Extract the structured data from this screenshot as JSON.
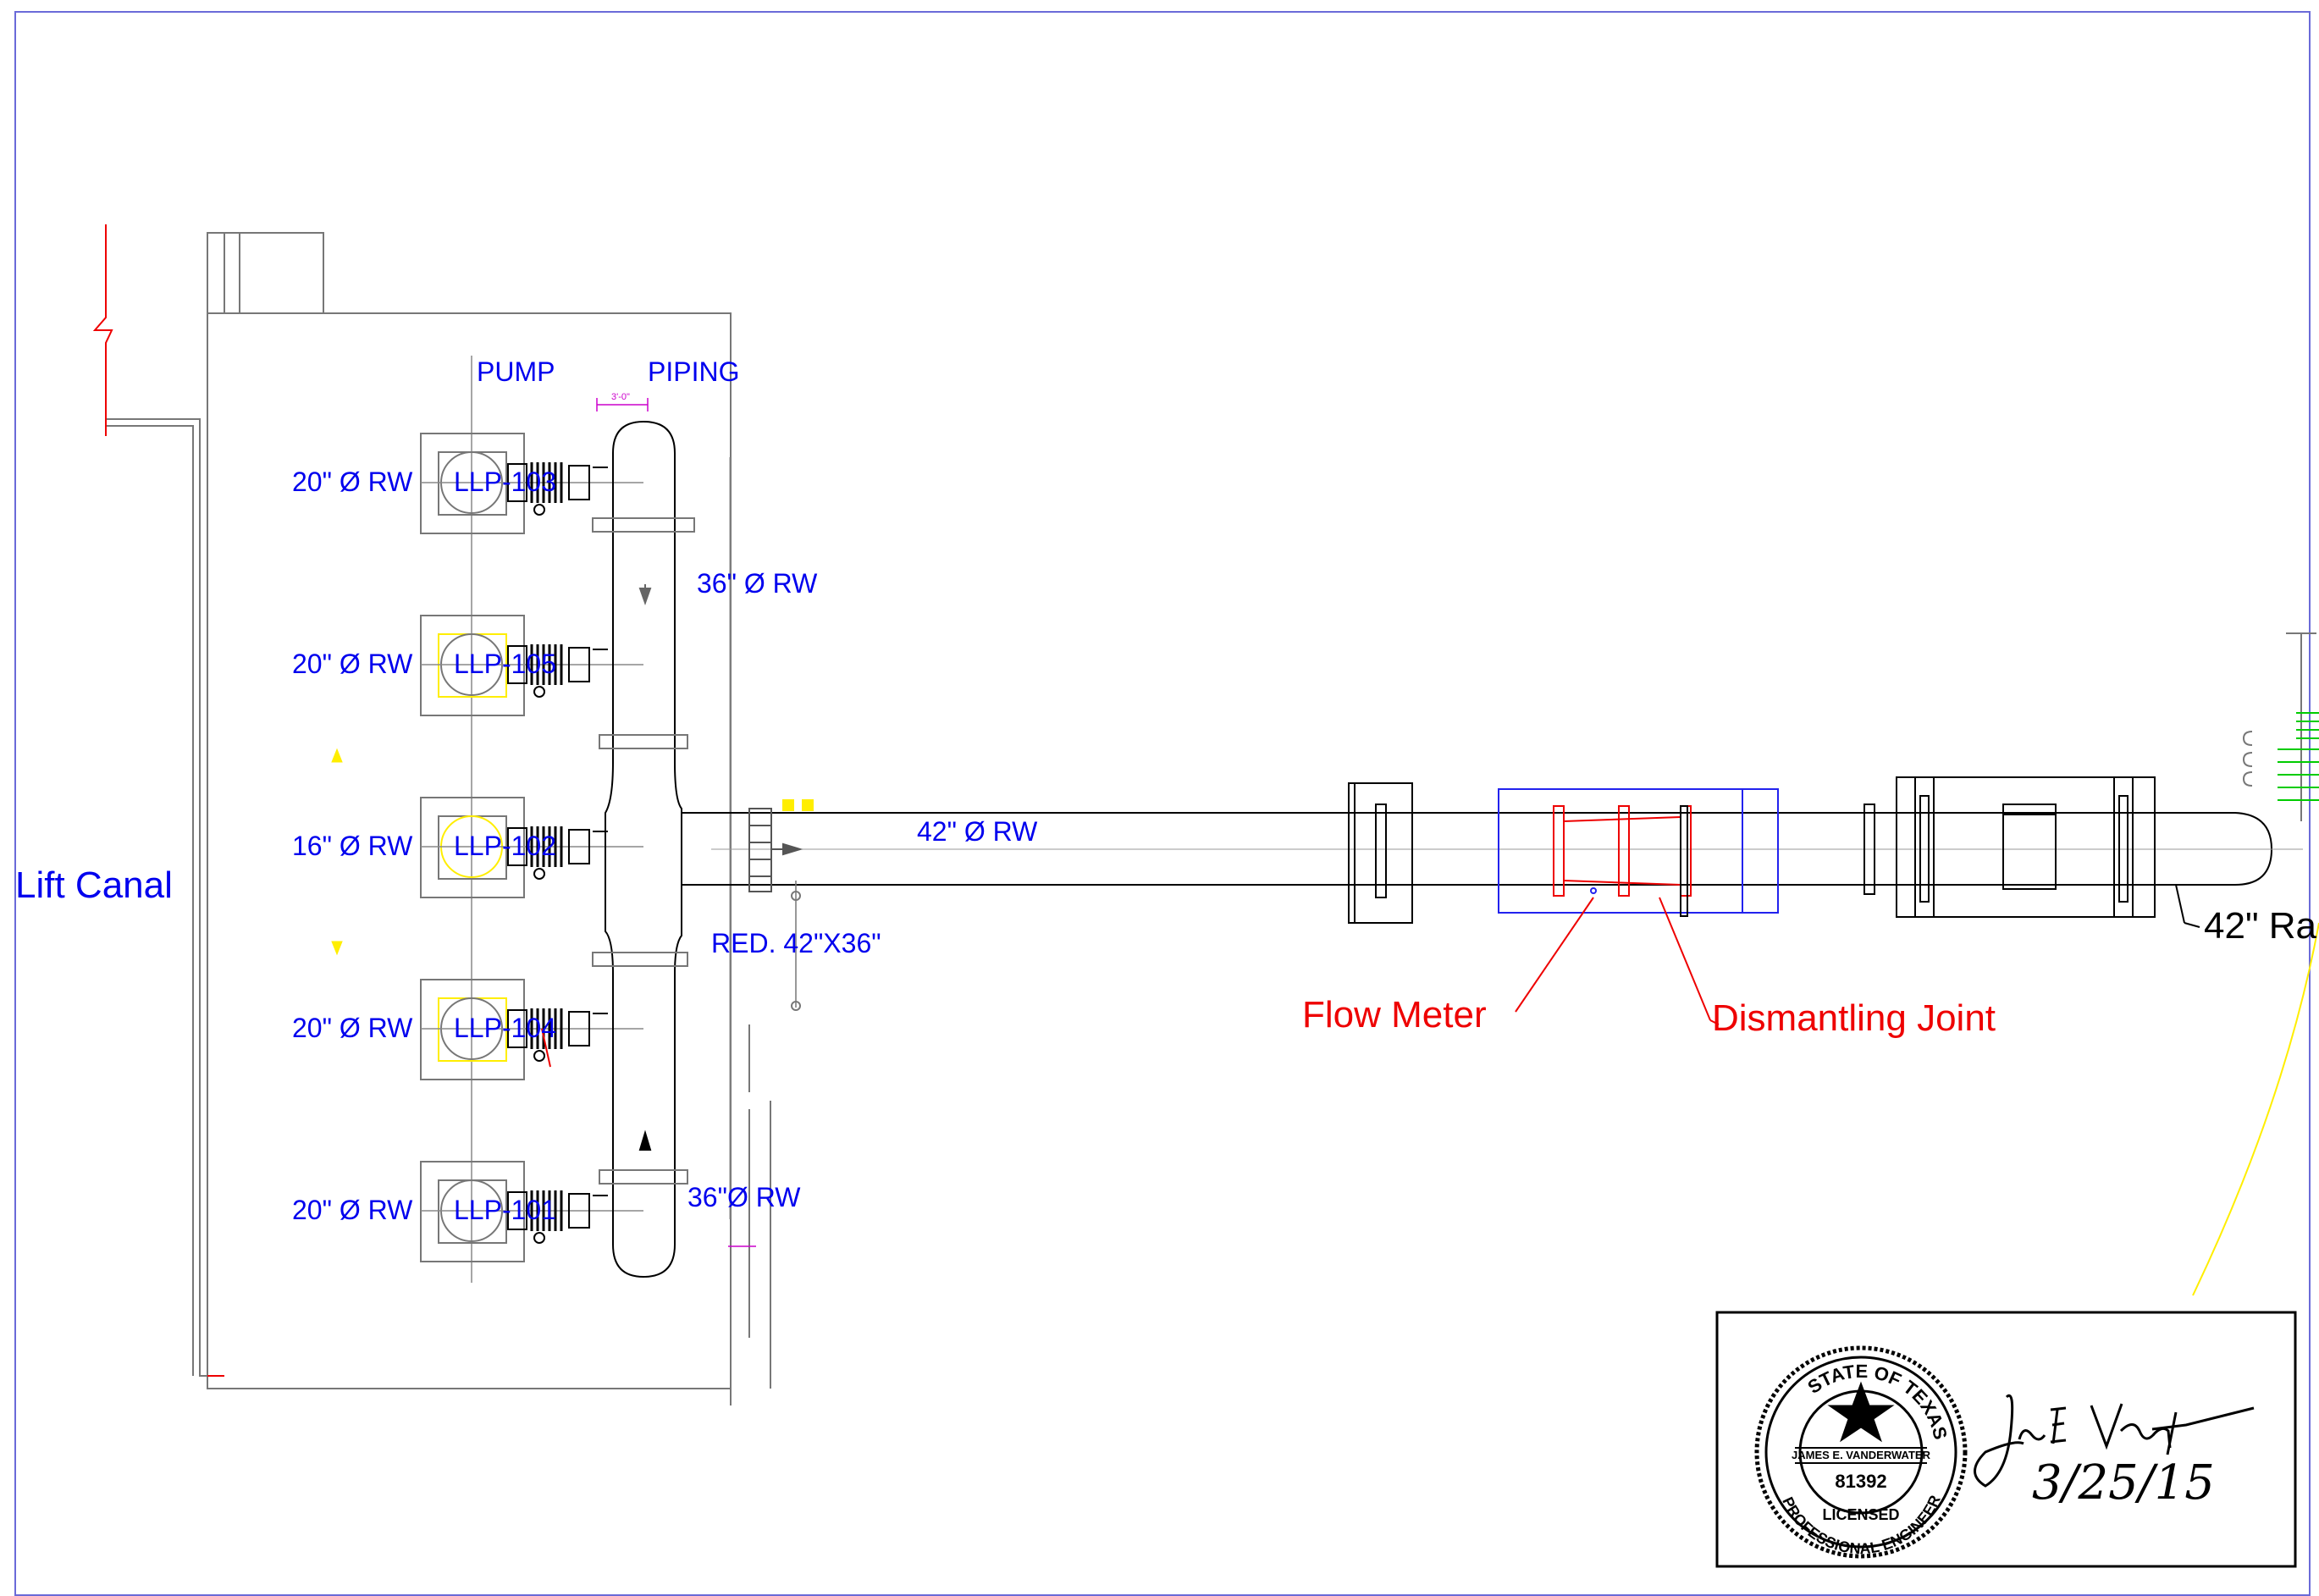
{
  "diagram": {
    "labels": {
      "lift_canal": "Lift Canal",
      "pump_header": "PUMP",
      "piping_header": "PIPING",
      "dim_3ft": "3'-0\"",
      "header_upper": "36\" Ø RW",
      "header_lower": "36\"Ø RW",
      "main_line": "42\" Ø RW",
      "reducer": "RED. 42\"X36\"",
      "flow_meter": "Flow Meter",
      "dismantling_joint": "Dismantling Joint",
      "line_continuation": "42\" Ra"
    },
    "pumps": [
      {
        "tag": "LLP-103",
        "pipe": "20\" Ø RW"
      },
      {
        "tag": "LLP-105",
        "pipe": "20\" Ø RW"
      },
      {
        "tag": "LLP-102",
        "pipe": "16\" Ø RW"
      },
      {
        "tag": "LLP-104",
        "pipe": "20\" Ø RW"
      },
      {
        "tag": "LLP-101",
        "pipe": "20\" Ø RW"
      }
    ],
    "seal": {
      "state": "STATE OF TEXAS",
      "name": "JAMES E. VANDERWATER",
      "number": "81392",
      "licensed": "LICENSED",
      "profession": "PROFESSIONAL ENGINEER",
      "signature_date": "3/25/15"
    },
    "colors": {
      "labels": "#0000ee",
      "callouts": "#ee0000",
      "linework": "#000000",
      "structure": "#777777",
      "highlight": "#ffee00",
      "dimension": "#cc00cc",
      "border": "#6a6ad8"
    }
  }
}
